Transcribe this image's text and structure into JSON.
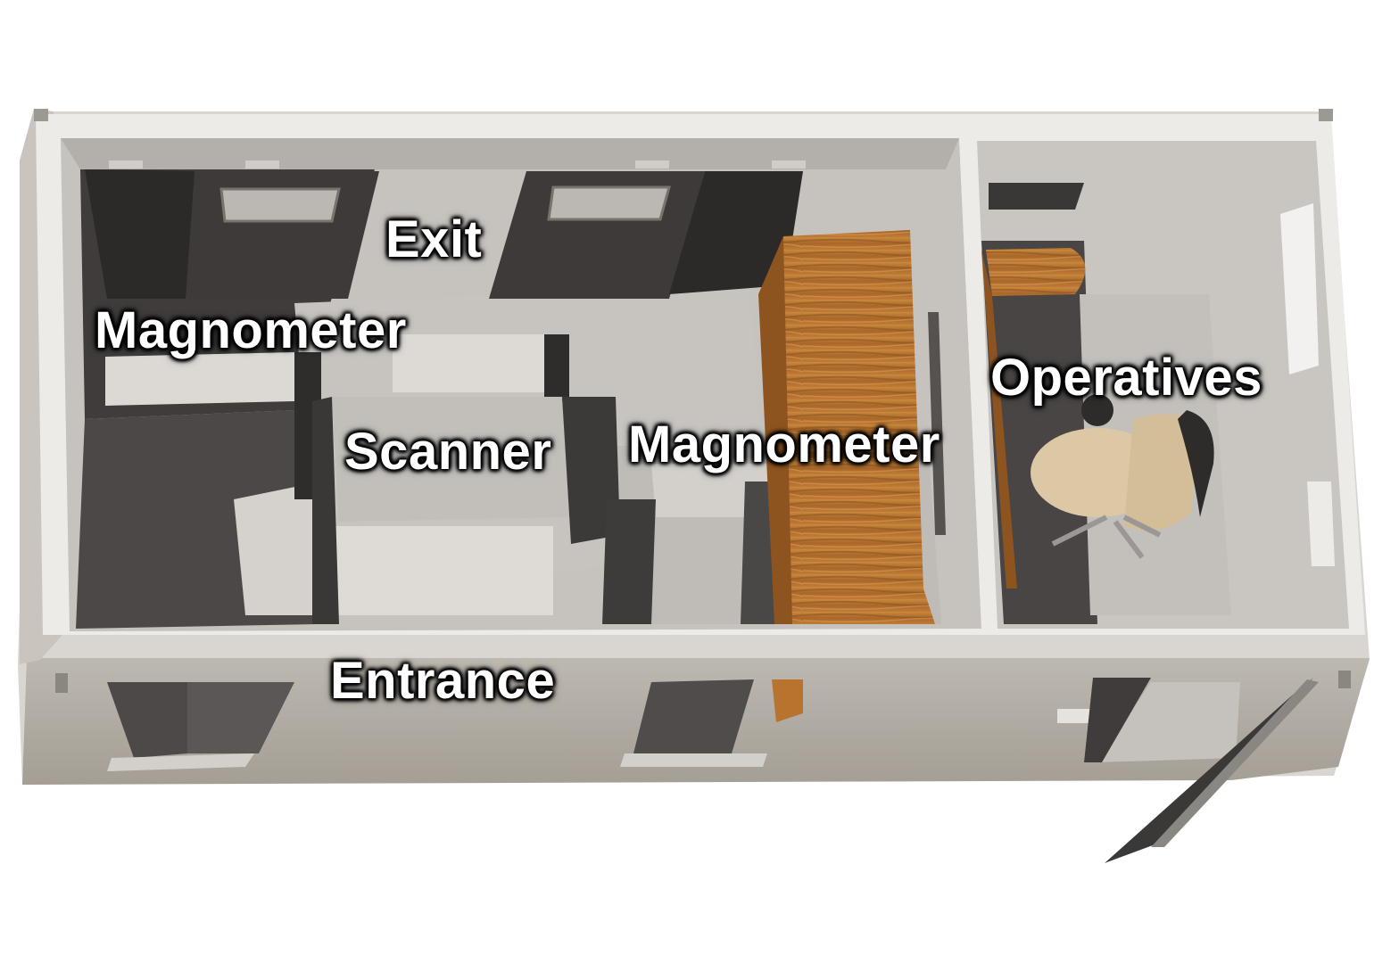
{
  "labels": {
    "exit": "Exit",
    "magnometer_left": "Magnometer",
    "scanner": "Scanner",
    "magnometer_right": "Magnometer",
    "operatives": "Operatives",
    "entrance": "Entrance"
  },
  "colors": {
    "background": "#ffffff",
    "wall_white": "#e9e7e3",
    "wall_grey": "#b8b4ae",
    "floor_dark": "#4a4746",
    "floor_light": "#bdbab6",
    "desk_wood": "#b8742f",
    "chair_beige": "#d8c4a0",
    "label_text": "#ffffff"
  }
}
